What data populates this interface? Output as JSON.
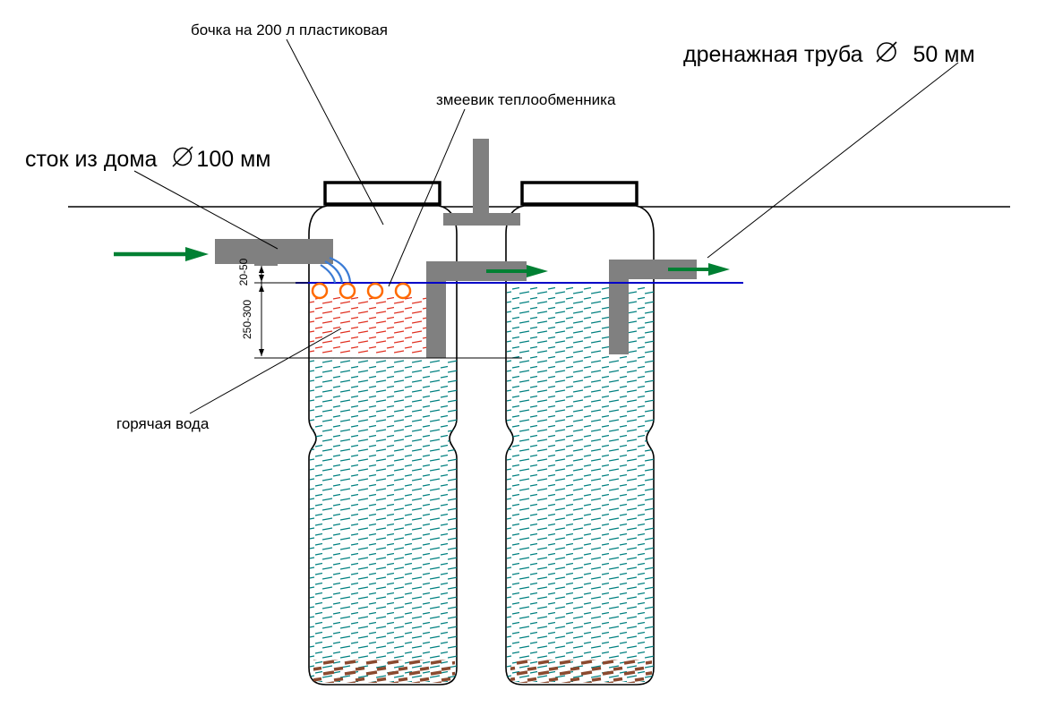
{
  "diagram": {
    "labels": {
      "barrel": "бочка на 200 л пластиковая",
      "coil": "змеевик теплообменника",
      "drain_pipe": "дренажная труба",
      "drain_diameter": "50 мм",
      "inlet": "сток из дома",
      "inlet_diameter": "100 мм",
      "hot_water": "горячая вода",
      "dim_depth_small": "20-50",
      "dim_depth_large": "250-300"
    },
    "colors": {
      "pipe_gray": "#808080",
      "flow_green": "#008033",
      "water_line_blue": "#0000C8",
      "splash_blue": "#3A7BD5",
      "coil_orange": "#FF6A00",
      "hot_water_red": "#E03020",
      "water_teal": "#008080",
      "sediment_brown": "#8B4A2F",
      "outline_black": "#000000"
    }
  }
}
